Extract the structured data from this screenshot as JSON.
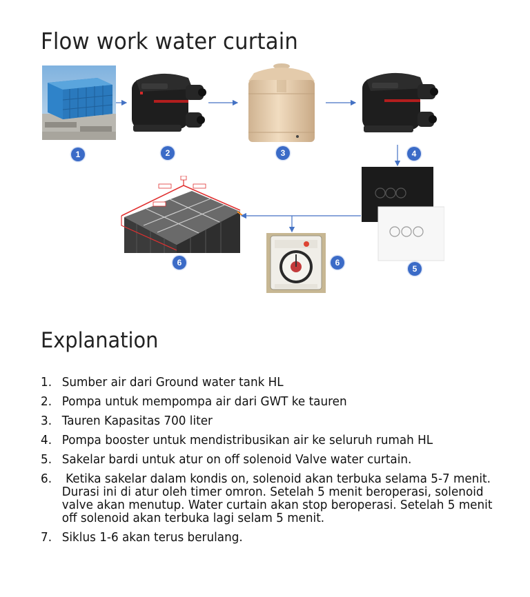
{
  "title": "Flow work water curtain",
  "diagram": {
    "badges": [
      {
        "id": "badge-1",
        "label": "1"
      },
      {
        "id": "badge-2",
        "label": "2"
      },
      {
        "id": "badge-3",
        "label": "3"
      },
      {
        "id": "badge-4",
        "label": "4"
      },
      {
        "id": "badge-5",
        "label": "5"
      },
      {
        "id": "badge-6a",
        "label": "6"
      },
      {
        "id": "badge-6b",
        "label": "6"
      }
    ],
    "colors": {
      "badge": "#3b6bc7",
      "arrow": "#4472c4",
      "tank_blue": "#3f8fd0",
      "tauren_beige": "#e7cfb0",
      "pump_dark": "#222222",
      "switch_black": "#1a1a1a",
      "frame_red": "#e03030",
      "frame_orange": "#ff8c1a"
    }
  },
  "explanation": {
    "heading": "Explanation",
    "items": [
      {
        "num": "1.",
        "text": "Sumber air dari Ground water tank HL"
      },
      {
        "num": "2.",
        "text": "Pompa untuk mempompa air dari GWT ke tauren"
      },
      {
        "num": "3.",
        "text": "Tauren Kapasitas 700 liter"
      },
      {
        "num": "4.",
        "text": "Pompa booster untuk mendistribusikan air ke seluruh rumah HL"
      },
      {
        "num": "5.",
        "text": "Sakelar bardi untuk atur on off solenoid Valve water curtain."
      },
      {
        "num": "6.",
        "text": " Ketika sakelar dalam kondis on, solenoid akan terbuka selama 5-7 menit. Durasi ini di atur oleh timer omron. Setelah 5 menit beroperasi, solenoid valve akan menutup. Water curtain akan stop beroperasi. Setelah 5 menit off solenoid akan terbuka lagi selam 5 menit."
      },
      {
        "num": "7.",
        "text": "Siklus 1-6 akan terus berulang."
      }
    ]
  }
}
